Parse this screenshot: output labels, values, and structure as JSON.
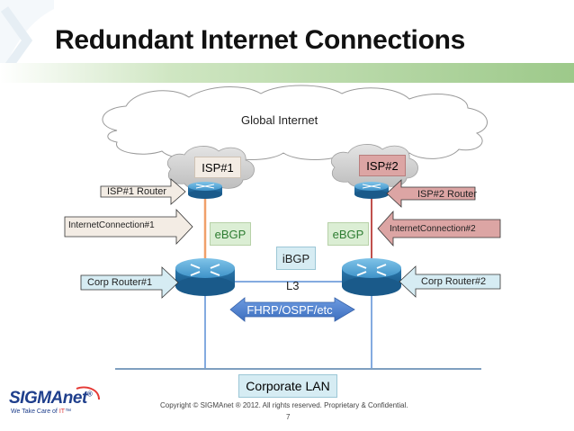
{
  "title": "Redundant Internet Connections",
  "clouds": {
    "global": "Global Internet",
    "isp1": "ISP#1",
    "isp2": "ISP#2"
  },
  "labels": {
    "isp1_router": "ISP#1 Router",
    "isp2_router": "ISP#2 Router",
    "internet_connection_1": "InternetConnection#1",
    "internet_connection_2": "InternetConnection#2",
    "corp_router_1": "Corp Router#1",
    "corp_router_2": "Corp Router#2",
    "ebgp_left": "eBGP",
    "ebgp_right": "eBGP",
    "ibgp": "iBGP",
    "l3": "L3",
    "fhrp": "FHRP/OSPF/etc",
    "corporate_lan": "Corporate LAN"
  },
  "footer": {
    "copyright": "Copyright © SIGMAnet ® 2012. All rights reserved. Proprietary & Confidential.",
    "page_number": "7",
    "logo": "SIGMAnet",
    "logo_mark": "®",
    "tagline_prefix": "We Take Care of",
    "tagline_it": "IT",
    "tagline_suffix": "™"
  },
  "colors": {
    "accent_green": "#9dc98a",
    "isp2_red": "#c0504d",
    "link_orange": "#f0a06a",
    "link_blue": "#5b8fd6",
    "arrow_blue": "#4a78c2"
  }
}
